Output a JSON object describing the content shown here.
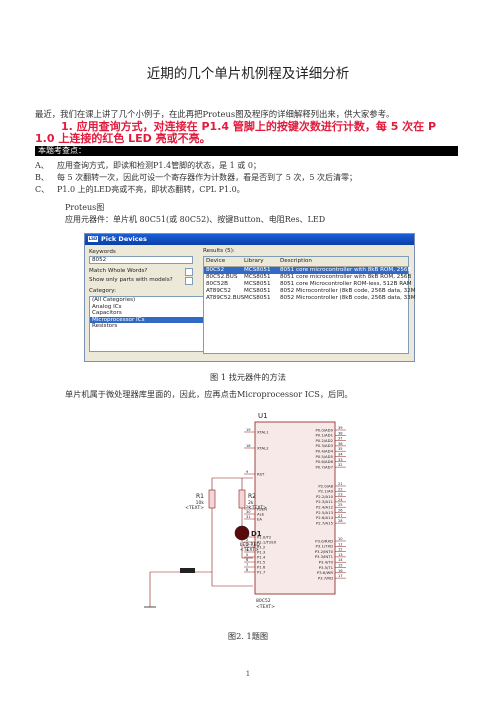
{
  "title": "近期的几个单片机例程及详细分析",
  "intro": "最近，我们在课上讲了几个小例子，在此再把Proteus图及程序的详细解释列出来，供大家参考。",
  "heading": {
    "line1": "1.  应用查询方式，对连接在 P1.4 管脚上的按键次数进行计数，每 5 次在 P",
    "line2": "1.0 上连接的红色 LED 亮或不亮。"
  },
  "key_points_label": "本题考查点：",
  "key_points": [
    {
      "k": "A、",
      "text": "应用查询方式，即读和检测P1.4管脚的状态，是 1 或 0；"
    },
    {
      "k": "B、",
      "text": "每 5 次翻转一次，因此可设一个寄存器作为计数器，看是否到了 5 次，5 次后清零；"
    },
    {
      "k": "C、",
      "text": "P1.0 上的LED亮或不亮，即状态翻转，CPL  P1.0。"
    }
  ],
  "proteus_label": "Proteus图",
  "components_line": "应用元器件：单片机 80C51(或 80C52)、按键Button、电阻Res、LED",
  "pick_devices": {
    "window_title": "Pick Devices",
    "keywords_label": "Keywords",
    "keywords_value": "8052",
    "match_whole_words": "Match Whole Words?",
    "show_only_models": "Show only parts with models?",
    "category_label": "Category:",
    "categories": [
      "(All Categories)",
      "Analog ICs",
      "Capacitors",
      "Microprocessor ICs",
      "Resistors"
    ],
    "selected_category_index": 3,
    "results_label": "Results (5):",
    "columns": [
      "Device",
      "Library",
      "Description"
    ],
    "rows": [
      [
        "80C52",
        "MCS8051",
        "8051 core microcontroller with 8kB ROM, 256B"
      ],
      [
        "80C52.BUS",
        "MCS8051",
        "8051 core microcontroller with 8kB ROM, 256B"
      ],
      [
        "80C52B",
        "MCS8051",
        "8051 core Microcontroller ROM-less, 512B RAM"
      ],
      [
        "AT89C52",
        "MCS8051",
        "8052 Microcontroller (8kB code, 256B data, 32M"
      ],
      [
        "AT89C52.BUS",
        "MCS8051",
        "8052 Microcontroller (8kB code, 256B data, 33M"
      ]
    ],
    "selected_row_index": 0
  },
  "figure1_caption": "图 1  找元器件的方法",
  "para2": "单片机属于微处理器库里面的，因此，应再点击Microprocessor  ICS，后同。",
  "schematic": {
    "u1": "U1",
    "left_pins": [
      {
        "num": "19",
        "name": "XTAL1"
      },
      {
        "num": "18",
        "name": "XTAL2"
      },
      {
        "num": "9",
        "name": "RST"
      },
      {
        "num": "29",
        "name": "PSEN"
      },
      {
        "num": "30",
        "name": "ALE"
      },
      {
        "num": "31",
        "name": "EA"
      },
      {
        "num": "1",
        "name": "P1.0/T2"
      },
      {
        "num": "2",
        "name": "P1.1/T2EX"
      },
      {
        "num": "3",
        "name": "P1.2"
      },
      {
        "num": "4",
        "name": "P1.3"
      },
      {
        "num": "5",
        "name": "P1.4"
      },
      {
        "num": "6",
        "name": "P1.5"
      },
      {
        "num": "7",
        "name": "P1.6"
      },
      {
        "num": "8",
        "name": "P1.7"
      }
    ],
    "right_pins_p0": [
      {
        "name": "P0.0/AD0",
        "num": "39"
      },
      {
        "name": "P0.1/AD1",
        "num": "38"
      },
      {
        "name": "P0.2/AD2",
        "num": "37"
      },
      {
        "name": "P0.3/AD3",
        "num": "36"
      },
      {
        "name": "P0.4/AD4",
        "num": "35"
      },
      {
        "name": "P0.5/AD5",
        "num": "34"
      },
      {
        "name": "P0.6/AD6",
        "num": "33"
      },
      {
        "name": "P0.7/AD7",
        "num": "32"
      }
    ],
    "right_pins_p2": [
      {
        "name": "P2.0/A8",
        "num": "21"
      },
      {
        "name": "P2.1/A9",
        "num": "22"
      },
      {
        "name": "P2.2/A10",
        "num": "23"
      },
      {
        "name": "P2.3/A11",
        "num": "24"
      },
      {
        "name": "P2.4/A12",
        "num": "25"
      },
      {
        "name": "P2.5/A13",
        "num": "26"
      },
      {
        "name": "P2.6/A14",
        "num": "27"
      },
      {
        "name": "P2.7/A15",
        "num": "28"
      }
    ],
    "right_pins_p3": [
      {
        "name": "P3.0/RXD",
        "num": "10"
      },
      {
        "name": "P3.1/TXD",
        "num": "11"
      },
      {
        "name": "P3.2/INT0",
        "num": "12"
      },
      {
        "name": "P3.3/INT1",
        "num": "13"
      },
      {
        "name": "P3.4/T0",
        "num": "14"
      },
      {
        "name": "P3.5/T1",
        "num": "15"
      },
      {
        "name": "P3.6/WR",
        "num": "16"
      },
      {
        "name": "P3.7/RD",
        "num": "17"
      }
    ],
    "r1": "R1",
    "r1_val": "10k",
    "r1_text": "<TEXT>",
    "r2": "R2",
    "r2_val": "2k",
    "r2_text": "<TEXT>",
    "d1": "D1",
    "d1_val": "LED-RED",
    "d1_text": "<TEXT>",
    "chip_name": "80C52",
    "chip_text": "<TEXT>"
  },
  "figure2_caption": "图2.    1题图",
  "page_number": "1",
  "colors": {
    "heading": "#e21b3c",
    "selection": "#316ac5",
    "titlebar": "#0a3fa8"
  }
}
